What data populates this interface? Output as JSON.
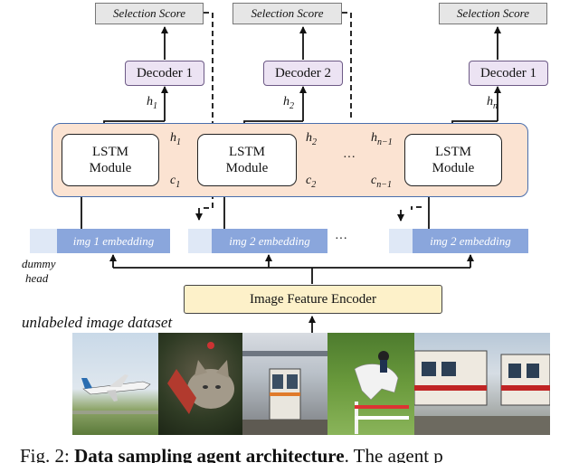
{
  "selection_score_label": "Selection Score",
  "decoders": [
    "Decoder 1",
    "Decoder 2",
    "Decoder 1"
  ],
  "lstm_label": [
    "LSTM",
    "Module"
  ],
  "hidden_labels": {
    "h1": "h",
    "h1_sub": "1",
    "h2": "h",
    "h2_sub": "2",
    "hn": "h",
    "hn_sub": "n"
  },
  "state_labels": {
    "h1": "h",
    "h1_sub": "1",
    "c1": "c",
    "c1_sub": "1",
    "h2": "h",
    "h2_sub": "2",
    "c2": "c",
    "c2_sub": "2",
    "hn1": "h",
    "hn1_sub": "n−1",
    "cn1": "c",
    "cn1_sub": "n−1"
  },
  "ellipsis": "···",
  "embeddings": [
    "img 1 embedding",
    "img 2 embedding",
    "img 2 embedding"
  ],
  "dummy_head": [
    "dummy",
    "head"
  ],
  "encoder_label": "Image Feature Encoder",
  "dataset_label": "unlabeled image dataset",
  "caption": {
    "fig": "Fig. 2:",
    "bold": "Data sampling agent architecture",
    "rest": ". The agent p"
  },
  "photos": [
    "airplane",
    "cat",
    "train-station",
    "horse-jumper",
    "train"
  ]
}
